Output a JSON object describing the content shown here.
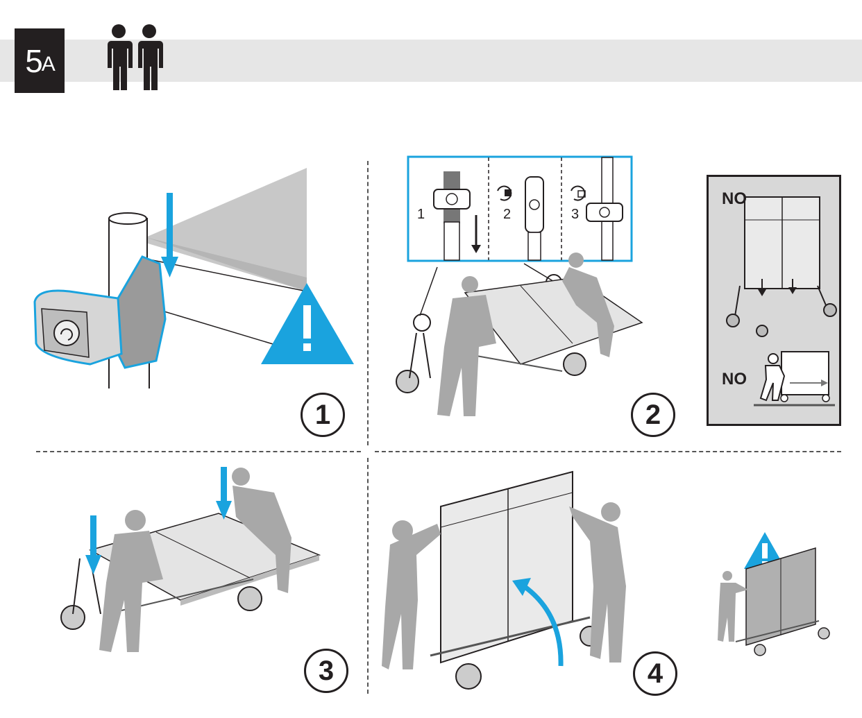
{
  "header": {
    "step_main": "5",
    "step_sub": "A",
    "people_icon": "two-persons-icon"
  },
  "panels": {
    "p1_number": "1",
    "p2_number": "2",
    "p3_number": "3",
    "p4_number": "4"
  },
  "detail_steps": {
    "d1": "1",
    "d2": "2",
    "d3": "3"
  },
  "warning_box": {
    "no_top": "NO",
    "no_bottom": "NO"
  },
  "colors": {
    "accent_blue": "#1aa3de",
    "figure_gray": "#a8a8a8",
    "ink": "#231f20",
    "band_gray": "#e6e6e6",
    "box_gray": "#d8d8d8"
  }
}
